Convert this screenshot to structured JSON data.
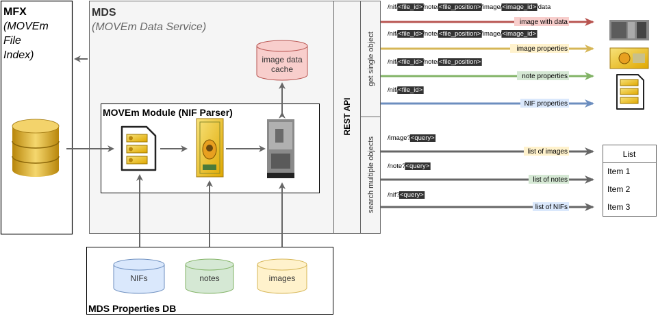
{
  "mfx": {
    "title": "MFX",
    "subtitle_lines": [
      "(MOVEm",
      "File",
      "Index)"
    ]
  },
  "mds": {
    "title": "MDS",
    "subtitle": "(MOVEm Data Service)"
  },
  "cache": {
    "line1": "image data",
    "line2": "cache"
  },
  "module": {
    "title": "MOVEm Module (NIF Parser)"
  },
  "rest_api": "REST API",
  "get_single": "get single object",
  "search_multiple": "search multiple objects",
  "db": {
    "title": "MDS Properties DB",
    "nifs": "NIFs",
    "notes": "notes",
    "images": "images"
  },
  "endpoints": {
    "e1": {
      "p1": "/nif/",
      "t1": "<file_id>",
      "p2": "/note/",
      "t2": "<file_position>",
      "p3": "/image/",
      "t3": "<image_id>",
      "p4": "/data",
      "label": "image with data"
    },
    "e2": {
      "p1": "/nif/",
      "t1": "<file_id>",
      "p2": "/note/",
      "t2": "<file_position>",
      "p3": "/image/",
      "t3": "<image_id>",
      "label": "image properties"
    },
    "e3": {
      "p1": "/nif/",
      "t1": "<file_id>",
      "p2": "/note/",
      "t2": "<file_position>",
      "label": "note properties"
    },
    "e4": {
      "p1": "/nif/",
      "t1": "<file_id>",
      "label": "NIF properties"
    },
    "e5": {
      "p1": "/image?",
      "t1": "<query>",
      "label": "list of images"
    },
    "e6": {
      "p1": "/note?",
      "t1": "<query>",
      "label": "list of notes"
    },
    "e7": {
      "p1": "/nif?",
      "t1": "<query>",
      "label": "list of NIFs"
    }
  },
  "list": {
    "title": "List",
    "items": [
      "Item 1",
      "Item 2",
      "Item 3"
    ]
  },
  "colors": {
    "red": "#b85450",
    "yellow": "#d6b656",
    "green": "#82b366",
    "blue": "#6c8ebf",
    "gray": "#666666"
  }
}
